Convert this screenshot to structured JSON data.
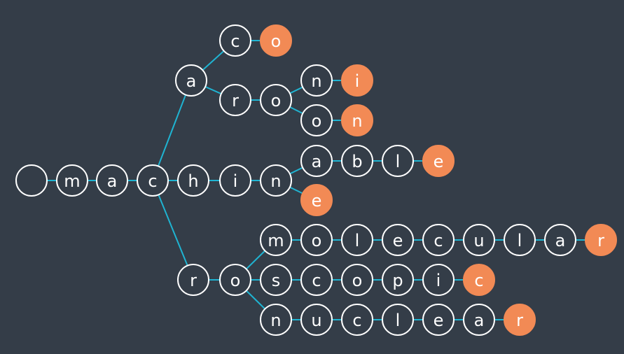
{
  "colors": {
    "background": "#343d48",
    "edge": "#1fb4d2",
    "node_outline": "#ffffff",
    "terminal_fill": "#f28a55",
    "text": "#ffffff"
  },
  "trie": {
    "root": "",
    "nodes": {
      "root": "",
      "m": "m",
      "ma": "a",
      "mac": "c",
      "maca": "a",
      "macac": "c",
      "macaco": "o",
      "macar": "r",
      "macaro": "o",
      "macaron": "n",
      "macaroni": "i",
      "macaroo": "o",
      "macaroon": "n",
      "mach": "h",
      "machi": "i",
      "machin": "n",
      "machina": "a",
      "machinab": "b",
      "machinabl": "l",
      "machinable": "e",
      "machine": "e",
      "macr": "r",
      "macro": "o",
      "macrom": "m",
      "macromo": "o",
      "macromol": "l",
      "macromole": "e",
      "macromolec": "c",
      "macromolecu": "u",
      "macromolecul": "l",
      "macromolecula": "a",
      "macromolecular": "r",
      "macros": "s",
      "macrosc": "c",
      "macrosco": "o",
      "macroscop": "p",
      "macroscopi": "i",
      "macroscopic": "c",
      "macron": "n",
      "macronu": "u",
      "macronuc": "c",
      "macronucl": "l",
      "macronucle": "e",
      "macronuclea": "a",
      "macronuclear": "r"
    },
    "terminals": [
      "macaco",
      "macaroni",
      "macaroon",
      "machinable",
      "machine",
      "macromolecular",
      "macroscopic",
      "macronuclear"
    ]
  }
}
